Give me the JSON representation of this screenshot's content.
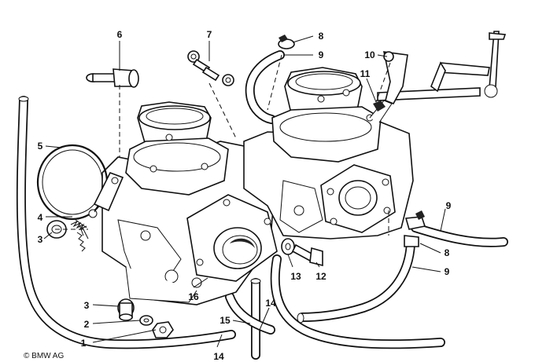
{
  "copyright": "© BMW AG",
  "callouts": [
    "1",
    "2",
    "3",
    "3",
    "4",
    "5",
    "6",
    "7",
    "8",
    "8",
    "9",
    "9",
    "9",
    "10",
    "11",
    "12",
    "13",
    "14",
    "14",
    "15",
    "16"
  ]
}
